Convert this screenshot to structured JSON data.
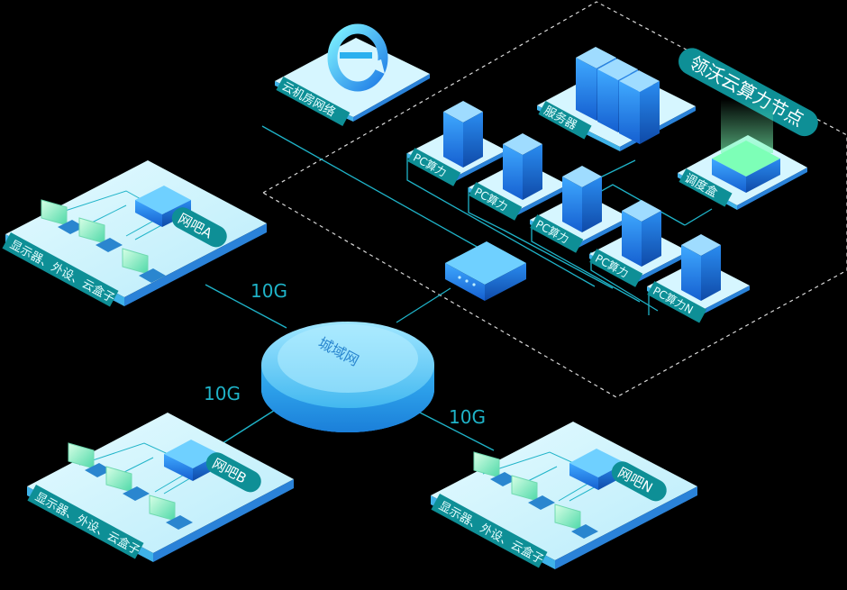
{
  "colors": {
    "background": "#000000",
    "platform_top": "#d5f6ff",
    "platform_left": "#3fb2e8",
    "platform_right": "#2a82d8",
    "line": "#1fb3c8",
    "device_front": "#1f7ee6",
    "label_bg": "#0e8f96",
    "label_text": "#e8ffff",
    "dash": "#d8d8d8"
  },
  "cloud_network": {
    "icon": "internet-e-icon",
    "label": "云机房网络"
  },
  "compute_node": {
    "title": "领沃云算力节点",
    "server_label": "服务器",
    "storage_label": "调度盒",
    "pc_labels": [
      "PC算力",
      "PC算力",
      "PC算力",
      "PC算力",
      "PC算力N"
    ]
  },
  "metro": {
    "label": "城域网"
  },
  "link_labels": {
    "to_cafe_a": "10G",
    "to_cafe_b": "10G",
    "to_cafe_n": "10G"
  },
  "cafes": [
    {
      "name": "网吧A",
      "devices_label": "显示器、外设、云盒子"
    },
    {
      "name": "网吧B",
      "devices_label": "显示器、外设、云盒子"
    },
    {
      "name": "网吧N",
      "devices_label": "显示器、外设、云盒子"
    }
  ]
}
